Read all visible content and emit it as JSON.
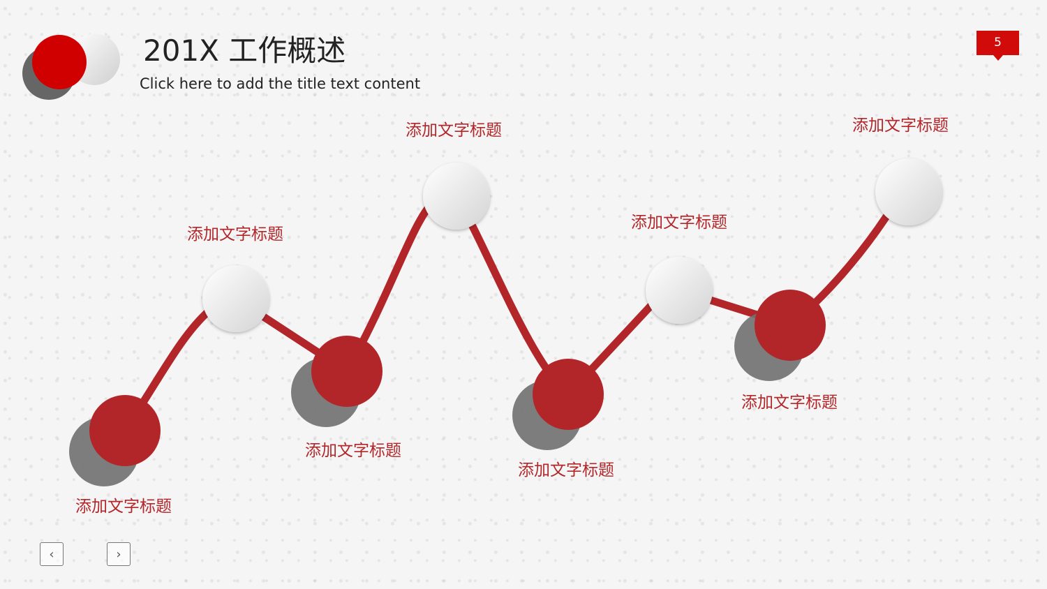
{
  "header": {
    "title": "201X 工作概述",
    "subtitle": "Click here to add the title text content"
  },
  "page_number": "5",
  "colors": {
    "accent": "#d10a0a",
    "line": "#b2262a",
    "node_red": "#b2262a",
    "shadow": "#777777"
  },
  "timeline": {
    "labels": [
      "添加文字标题",
      "添加文字标题",
      "添加文字标题",
      "添加文字标题",
      "添加文字标题",
      "添加文字标题",
      "添加文字标题",
      "添加文字标题"
    ]
  },
  "nav": {
    "prev_icon": "chevron-left-icon",
    "next_icon": "chevron-right-icon"
  }
}
